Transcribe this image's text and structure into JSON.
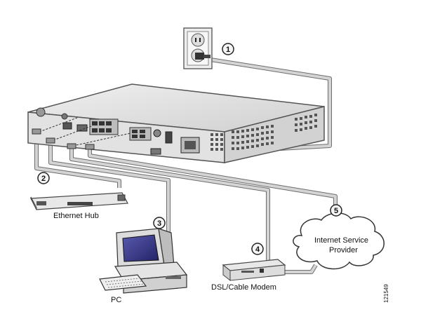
{
  "labels": {
    "ethernet_hub": "Ethernet Hub",
    "pc": "PC",
    "dsl_modem": "DSL/Cable Modem",
    "isp_line1": "Internet Service",
    "isp_line2": "Provider",
    "figure_id": "121549"
  },
  "callouts": [
    "1",
    "2",
    "3",
    "4",
    "5"
  ],
  "colors": {
    "router_body": "#dcdcdc",
    "router_edge": "#555555",
    "cable": "#cfcfcf",
    "cable_edge": "#6d6d6d",
    "monitor_screen": "#3a3a8c"
  }
}
